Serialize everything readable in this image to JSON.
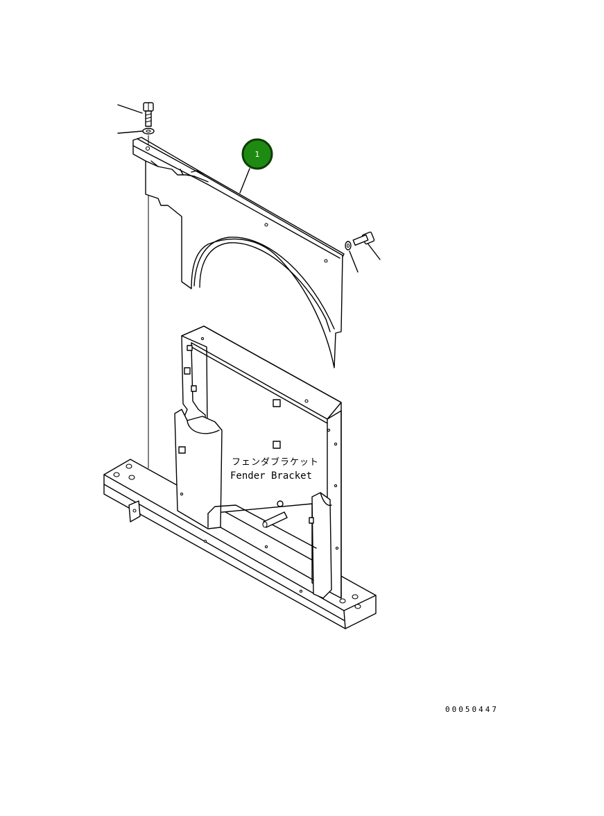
{
  "callouts": [
    {
      "number": "1",
      "fill": "#1f8a12",
      "ring": "#0d3d06"
    }
  ],
  "labels": {
    "part_name_jp": "フェンダブラケット",
    "part_name_en": "Fender Bracket"
  },
  "drawing_code": "00050447",
  "icons": [
    "bolt-icon",
    "washer-icon"
  ]
}
